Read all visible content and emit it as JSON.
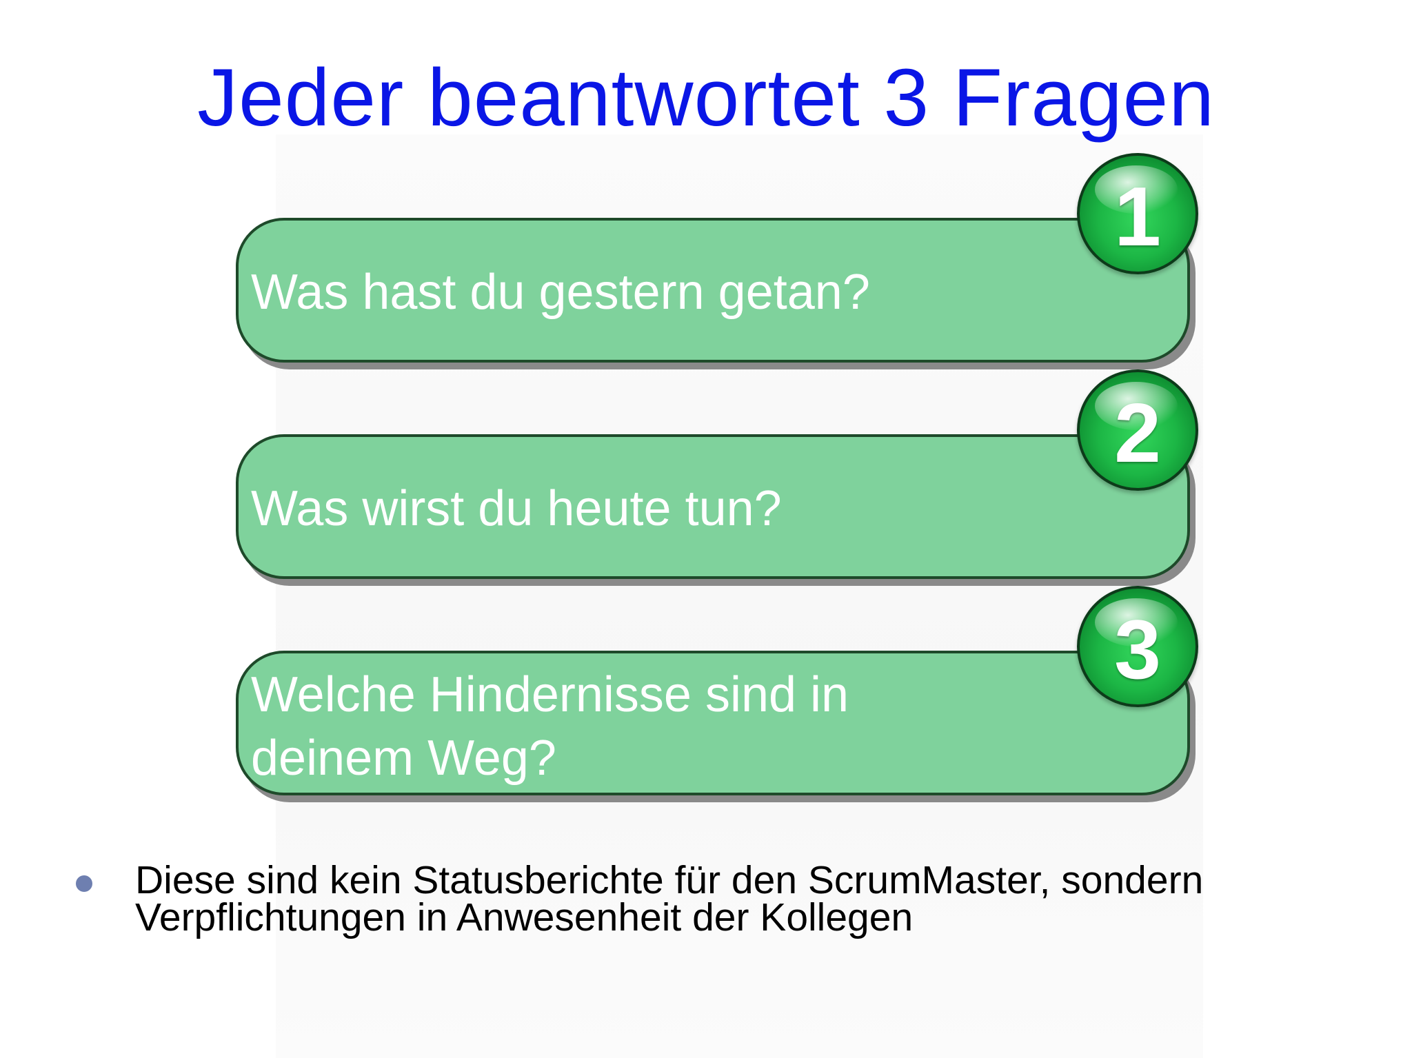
{
  "slide": {
    "title": "Jeder beantwortet 3 Fragen",
    "questions": [
      {
        "number": "1",
        "text": "Was hast du gestern getan?"
      },
      {
        "number": "2",
        "text": "Was wirst du heute tun?"
      },
      {
        "number": "3",
        "text": "Welche Hindernisse sind in\ndeinem Weg?"
      }
    ],
    "bullet_note": "Diese sind kein Statusberichte für den ScrumMaster, sondern\nVerpflichtungen in Anwesenheit der Kollegen"
  },
  "colors": {
    "title": "#0a16e6",
    "card_fill": "#7fd29c",
    "card_border": "#1e4a2a",
    "ball_green": "#1cb645",
    "bullet": "#6e7fb0"
  }
}
